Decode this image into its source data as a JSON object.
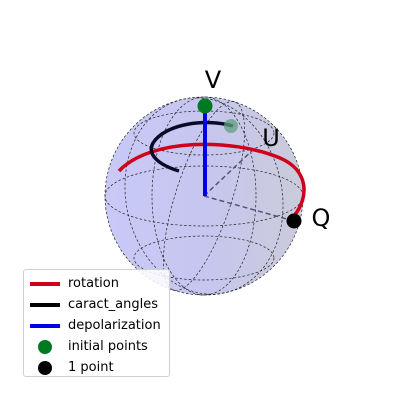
{
  "chart_data": {
    "type": "bloch-sphere",
    "axis_labels": {
      "vertical": "V",
      "right": "Q",
      "back": "U"
    },
    "colors": {
      "sphere_fill": "#c8c8f5",
      "wireframe": "#222222",
      "rotation": "#d0021b",
      "caract_angles": "#0a0a28",
      "depolarization": "#0000e6",
      "initial_points": "#007a1f",
      "one_point": "#000000",
      "faded_point": "#5f9f7f"
    },
    "series": [
      {
        "name": "rotation",
        "kind": "line",
        "color_key": "rotation"
      },
      {
        "name": "caract_angles",
        "kind": "line",
        "color_key": "caract_angles"
      },
      {
        "name": "depolarization",
        "kind": "line",
        "color_key": "depolarization"
      },
      {
        "name": "initial points",
        "kind": "point",
        "color_key": "initial_points"
      },
      {
        "name": "1 point",
        "kind": "point",
        "color_key": "one_point"
      }
    ],
    "legend_position": "lower-left"
  }
}
